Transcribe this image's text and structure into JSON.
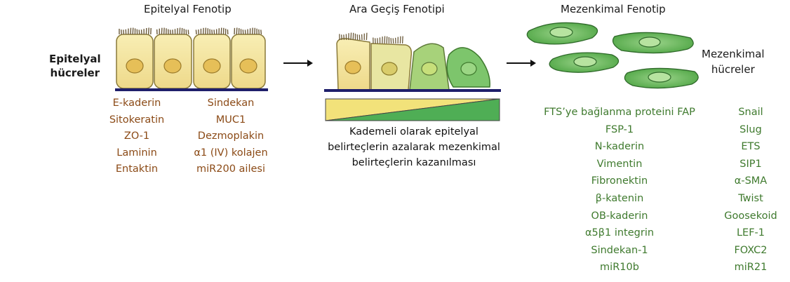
{
  "titles": {
    "epithelial": "Epitelyal Fenotip",
    "intermediate": "Ara Geçiş Fenotipi",
    "mesenchymal": "Mezenkimal Fenotip"
  },
  "labels": {
    "epithelial_cells": [
      "Epitelyal",
      "hücreler"
    ],
    "mesenchymal_cells": [
      "Mezenkimal",
      "hücreler"
    ]
  },
  "epithelial_markers": {
    "col1": [
      "E-kaderin",
      "Sitokeratin",
      "ZO-1",
      "Laminin",
      "Entaktin"
    ],
    "col2": [
      "Sindekan",
      "MUC1",
      "Dezmoplakin",
      "α1 (IV) kolajen",
      "miR200 ailesi"
    ]
  },
  "gradient_caption": [
    "Kademeli olarak epitelyal",
    "belirteçlerin azalarak mezenkimal",
    "belirteçlerin kazanılması"
  ],
  "mesenchymal_markers": {
    "col1": [
      "FTS’ye bağlanma proteini FAP",
      "FSP-1",
      "N-kaderin",
      "Vimentin",
      "Fibronektin",
      "β-katenin",
      "OB-kaderin",
      "α5β1 integrin",
      "Sindekan-1",
      "miR10b"
    ],
    "col2": [
      "Snail",
      "Slug",
      "ETS",
      "SIP1",
      "α-SMA",
      "Twist",
      "Goosekoid",
      "LEF-1",
      "FOXC2",
      "miR21"
    ]
  },
  "colors": {
    "epithelial_cell": "#f3e49a",
    "nucleus_epi": "#e9c35e",
    "mesenchymal_cell": "#6fbf5f",
    "basement": "#1f1f6b",
    "brown_text": "#8b4a16",
    "green_text": "#3f7a2e"
  }
}
